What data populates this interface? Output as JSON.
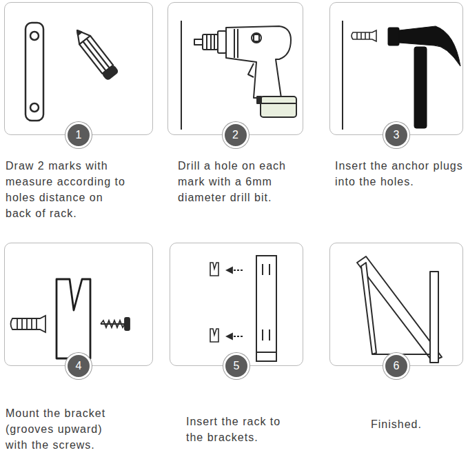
{
  "diagram": {
    "nodes": [
      {
        "text": [
          "Draw 2 marks with measure according to holes distance on back of rack."
        ]
      },
      {
        "text": [
          "1"
        ],
        "in": 0
      },
      {
        "text": [
          "Drill a hole on each mark with a 6mm diameter drill bit."
        ]
      },
      {
        "text": [
          "2"
        ],
        "in": 2
      },
      {
        "text": [
          "Insert the anchor plugs into the holes."
        ]
      },
      {
        "text": [
          "3"
        ],
        "in": 4
      },
      {
        "text": [
          "Mount the bracket (grooves upward) with the screws."
        ]
      },
      {
        "text": [
          "4"
        ],
        "in": 6
      },
      {
        "text": [
          "Insert the rack to the brackets."
        ]
      },
      {
        "text": [
          "5"
        ],
        "in": 8
      },
      {
        "text": [
          "Finished."
        ]
      },
      {
        "text": [
          "6"
        ],
        "in": 10
      }
    ]
  }
}
